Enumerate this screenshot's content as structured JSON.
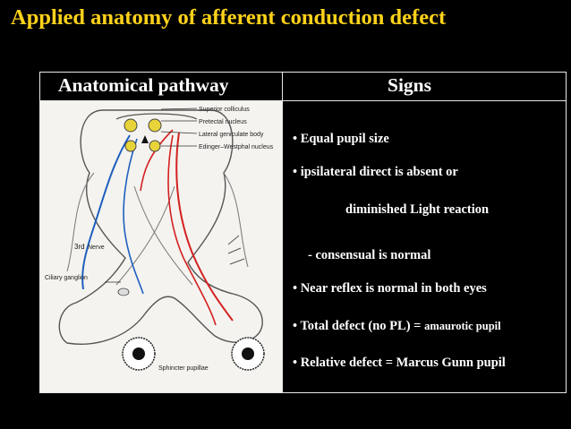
{
  "title": "Applied anatomy of afferent conduction defect",
  "table": {
    "header_left": "Anatomical pathway",
    "header_right": "Signs"
  },
  "diagram": {
    "labels": {
      "superior_colliculus": "Superior colliculus",
      "pretectal_nucleus": "Pretectal nucleus",
      "lateral_geniculate_body": "Lateral geniculate body",
      "edinger_westphal": "Edinger–Westphal nucleus",
      "third_nerve_number": "3rd",
      "third_nerve_word": "Nerve",
      "ciliary_ganglion": "Ciliary ganglion",
      "sphincter_pupillae": "Sphincter pupillae"
    },
    "colors": {
      "efferent_pathway": "#1f5fbf",
      "afferent_pathway": "#d42020",
      "nucleus_fill": "#e8d43a"
    }
  },
  "signs": {
    "equal_pupil": "•  Equal pupil size",
    "ipsilateral_line1": "• ipsilateral direct is absent or",
    "ipsilateral_line2": "diminished Light reaction",
    "consensual": "- consensual is normal",
    "near_reflex": "•  Near reflex is normal in both eyes",
    "total_defect_main": "•  Total defect (no PL) = ",
    "total_defect_term": "amaurotic pupil",
    "relative_defect": "•  Relative defect  = Marcus Gunn pupil"
  }
}
